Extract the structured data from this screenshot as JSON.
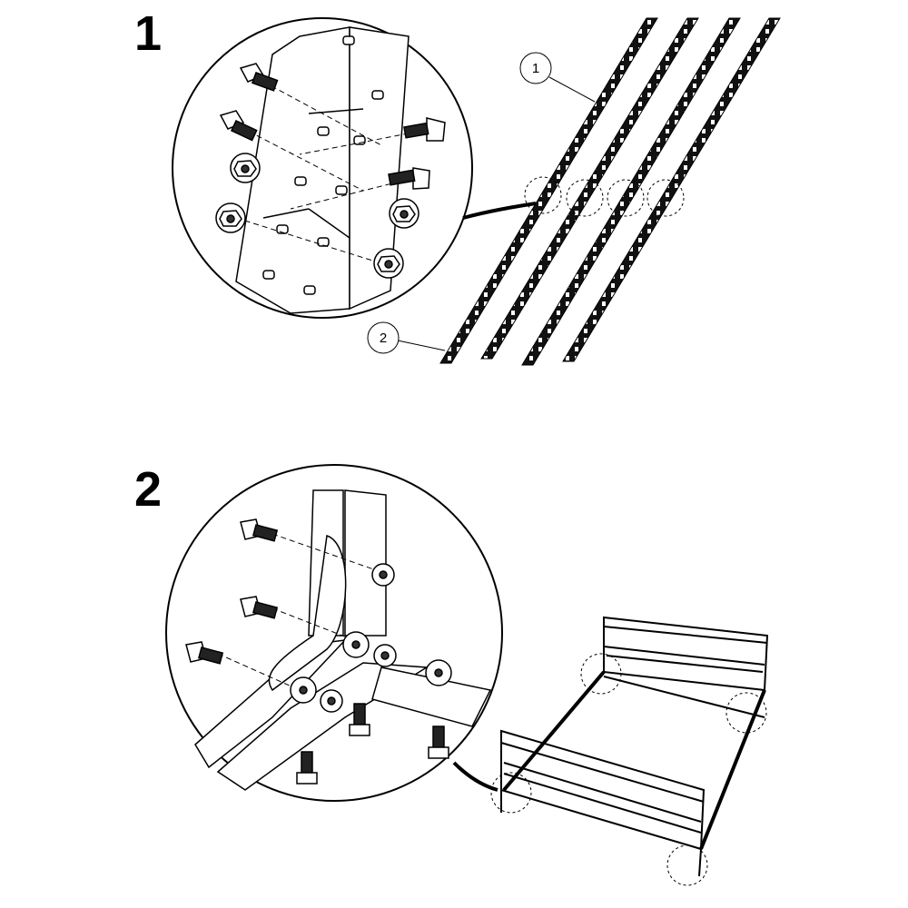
{
  "steps": [
    {
      "number": "1",
      "callouts": [
        "1",
        "2"
      ]
    },
    {
      "number": "2"
    }
  ],
  "colors": {
    "ink": "#000000",
    "paper": "#ffffff",
    "metal": "#e6e6e6"
  }
}
